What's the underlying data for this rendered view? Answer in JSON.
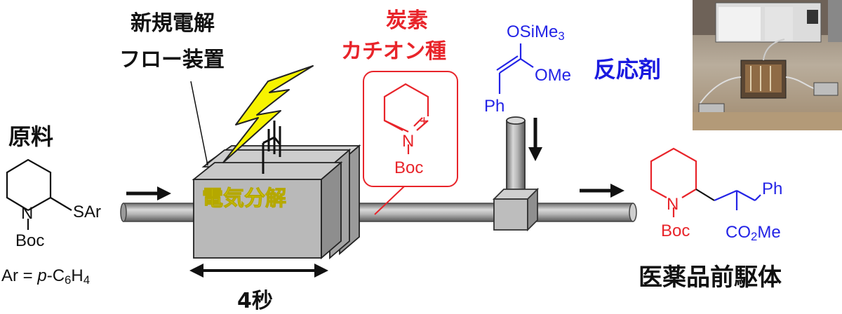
{
  "labels": {
    "starting_material": "原料",
    "flow_device_line1": "新規電解",
    "flow_device_line2": "フロー装置",
    "electrolysis": "電気分解",
    "residence_time": "4秒",
    "carbocation_line1": "炭素",
    "carbocation_line2": "カチオン種",
    "reagent": "反応剤",
    "product": "医薬品前駆体"
  },
  "starting_material": {
    "atom_N": "N",
    "group_SAr": "SAr",
    "group_Boc": "Boc",
    "ar_definition_prefix": "Ar = ",
    "ar_definition_italic": "p",
    "ar_definition_formula": "-C",
    "ar_sub1": "6",
    "ar_h": "H",
    "ar_sub2": "4"
  },
  "carbocation": {
    "charge": "+",
    "atom_N": "N",
    "group_Boc": "Boc"
  },
  "reagent_structure": {
    "group_OSiMe3": "OSiMe",
    "sub_3": "3",
    "group_OMe": "OMe",
    "group_Ph": "Ph"
  },
  "product_structure": {
    "atom_N": "N",
    "group_Boc": "Boc",
    "group_Ph": "Ph",
    "group_CO2Me_pre": "CO",
    "sub_2": "2",
    "group_CO2Me_post": "Me"
  },
  "colors": {
    "accent_red": "#e8242a",
    "accent_blue": "#1a1adf",
    "lightning_yellow": "#f7f300",
    "device_gray": "#b9b9b9"
  }
}
